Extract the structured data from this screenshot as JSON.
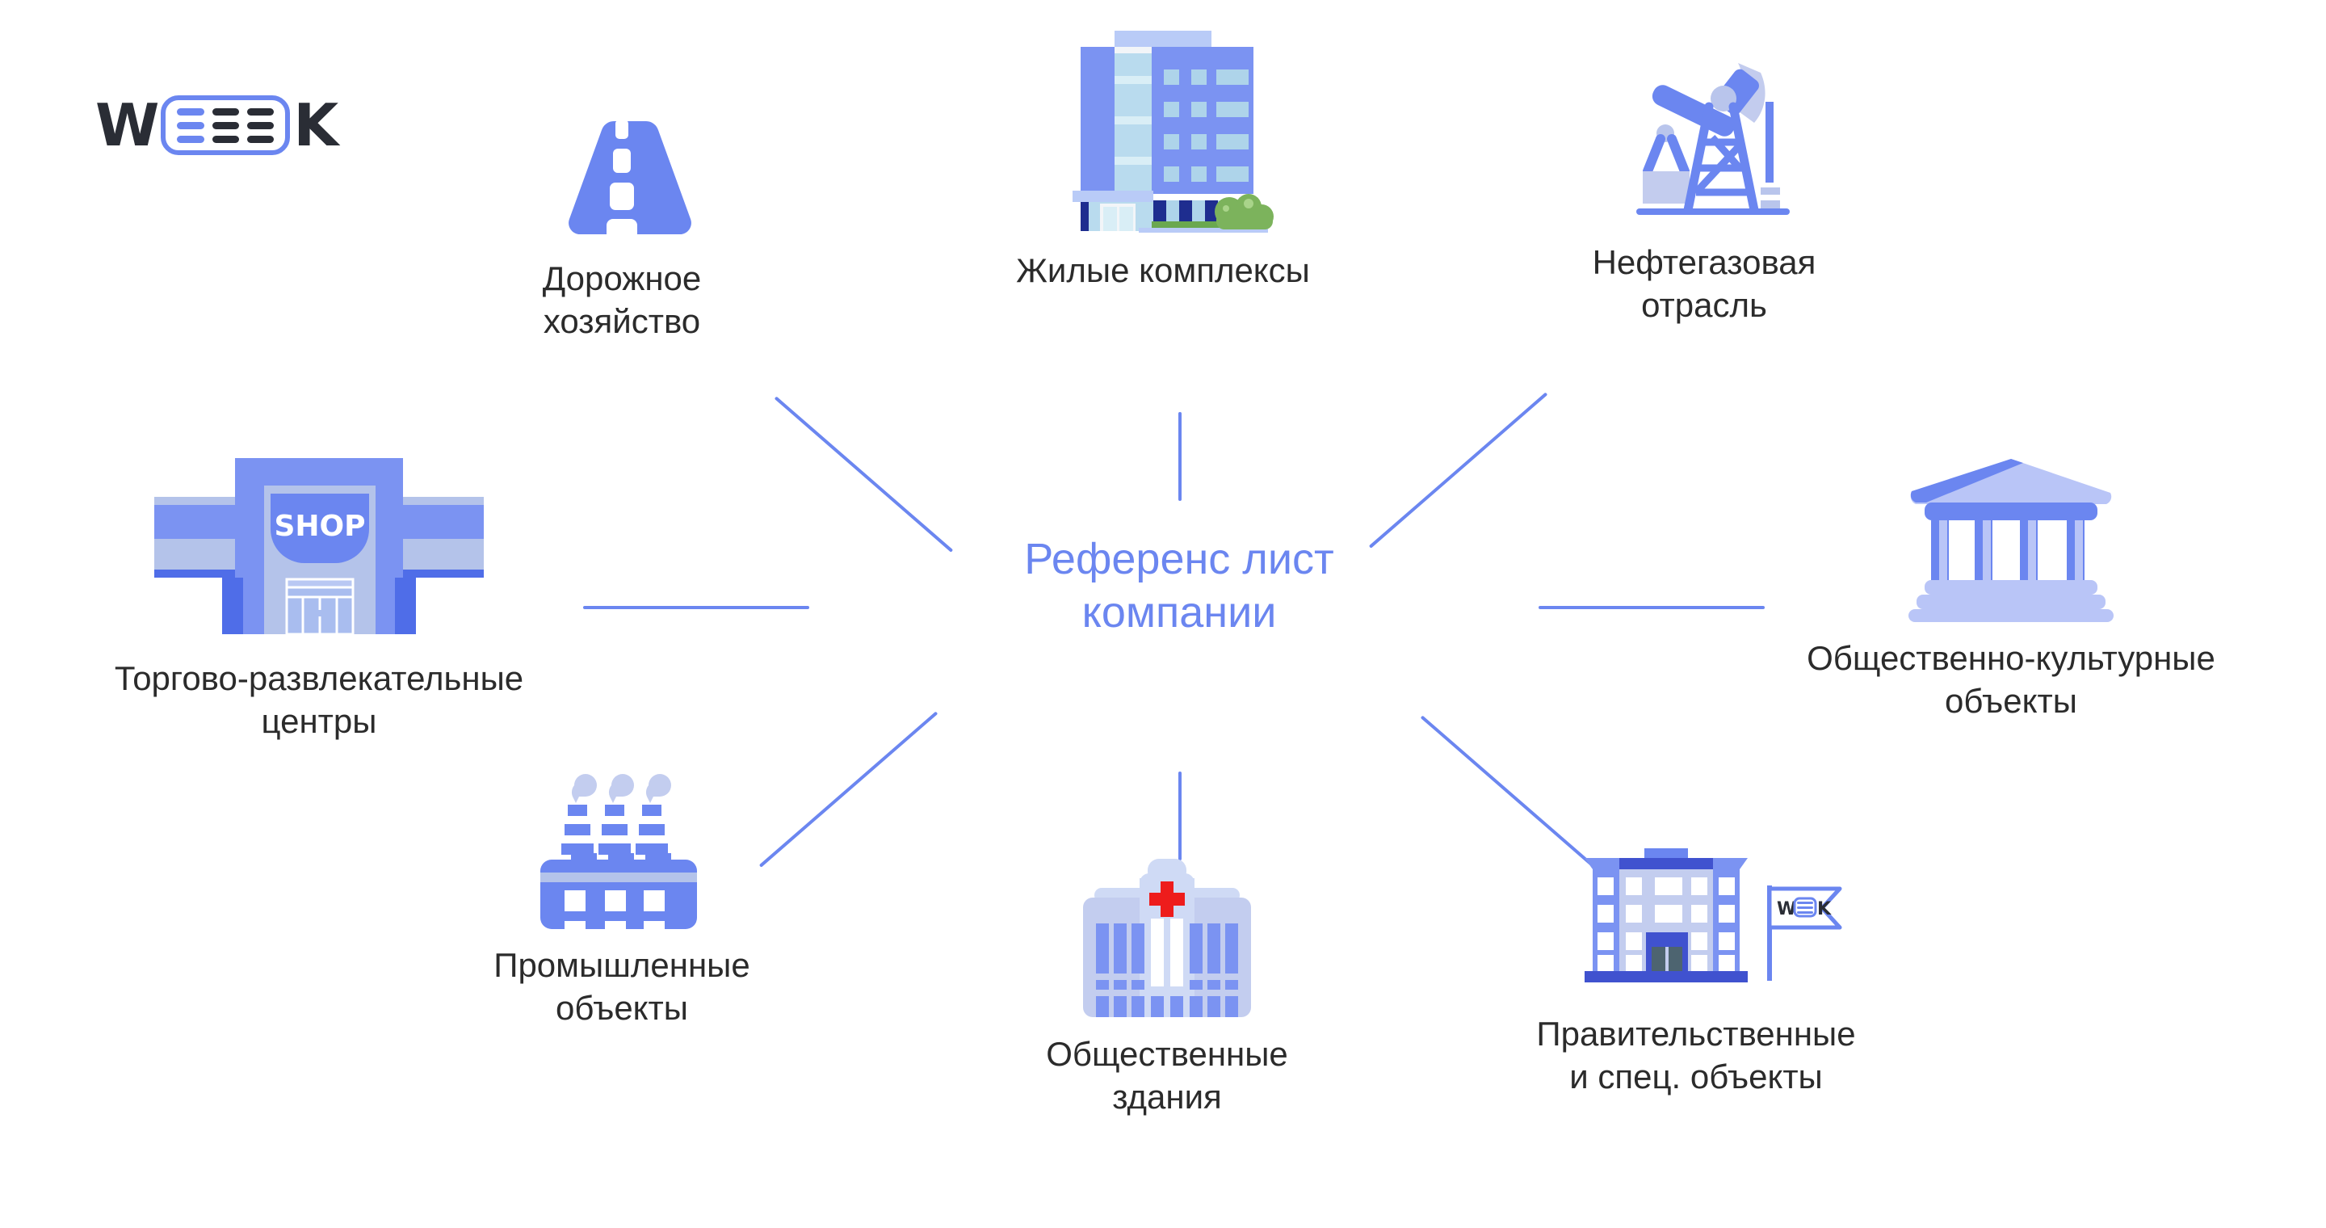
{
  "brand": {
    "name": "WEEK",
    "letter_first": "W",
    "letter_last": "K",
    "accent_color": "#6b86f0",
    "dark_color": "#2a2d35"
  },
  "center": {
    "title_line1": "Референс лист",
    "title_line2": "компании",
    "color": "#6b86f0"
  },
  "nodes": [
    {
      "id": "road",
      "icon": "road-icon",
      "label": "Дорожное\nхозяйство"
    },
    {
      "id": "residential",
      "icon": "residential-complex-icon",
      "label": "Жилые комплексы"
    },
    {
      "id": "oil",
      "icon": "oil-pumpjack-icon",
      "label": "Нефтегазовая\nотрасль"
    },
    {
      "id": "culture",
      "icon": "classical-building-icon",
      "label": "Общественно-культурные\nобъекты"
    },
    {
      "id": "government",
      "icon": "government-building-flag-icon",
      "label": "Правительственные\nи спец. объекты"
    },
    {
      "id": "public",
      "icon": "hospital-building-icon",
      "label": "Общественные\nздания"
    },
    {
      "id": "industrial",
      "icon": "factory-icon",
      "label": "Промышленные\nобъекты"
    },
    {
      "id": "mall",
      "icon": "shopping-mall-icon",
      "label": "Торгово-развлекательные\nцентры"
    }
  ],
  "icon_text": {
    "shop_sign": "SHOP",
    "flag_logo": "WEEK"
  },
  "chart_data": {
    "type": "diagram",
    "layout": "radial-hub-and-spoke",
    "hub": "Референс лист компании",
    "spokes": [
      "Дорожное хозяйство",
      "Жилые комплексы",
      "Нефтегазовая отрасль",
      "Общественно-культурные объекты",
      "Правительственные и спец. объекты",
      "Общественные здания",
      "Промышленные объекты",
      "Торгово-развлекательные центры"
    ],
    "connector_color": "#6b86f0",
    "background": "#ffffff"
  }
}
